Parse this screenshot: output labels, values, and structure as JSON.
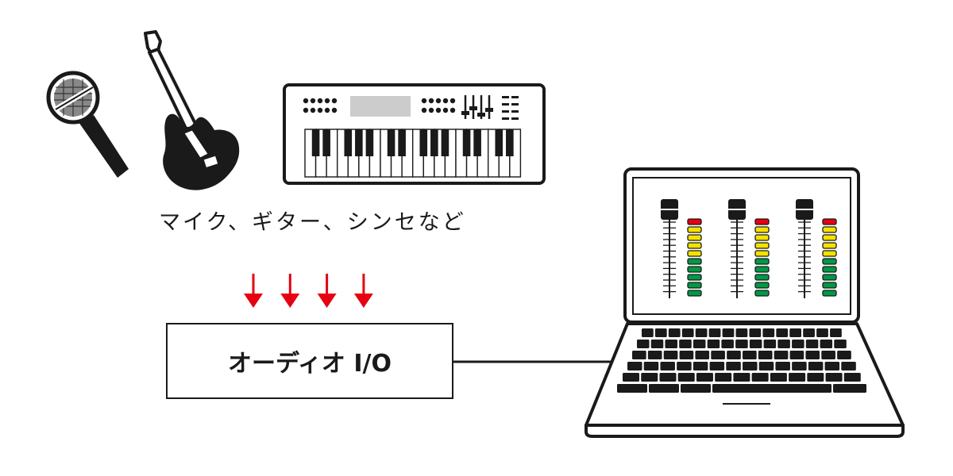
{
  "sources_label": "マイク、ギター、シンセなど",
  "io_label": "オーディオ I/O",
  "icons": {
    "microphone": "microphone-icon",
    "guitar": "electric-guitar-icon",
    "synth": "synthesizer-keyboard-icon",
    "laptop": "laptop-icon",
    "mixer": "mixer-screen-icon"
  },
  "colors": {
    "ink": "#1a1a1a",
    "arrow": "#e60012",
    "meter_red": "#e60012",
    "meter_yellow": "#f5e100",
    "meter_green": "#009944",
    "screen_panel": "#cccccc"
  },
  "arrow_count": 4,
  "mixer": {
    "channel_count": 3,
    "meter_levels": [
      "red",
      "yellow",
      "yellow",
      "yellow",
      "yellow",
      "green",
      "green",
      "green",
      "green",
      "green"
    ]
  }
}
